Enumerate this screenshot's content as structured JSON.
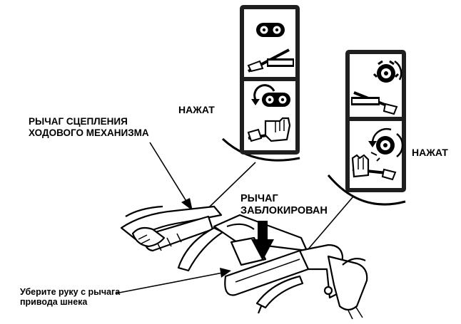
{
  "labels": {
    "travel_clutch_lever": [
      "РЫЧАГ СЦЕПЛЕНИЯ",
      "ХОДОВОГО МЕХАНИЗМА"
    ],
    "pressed_left": "НАЖАТ",
    "pressed_right": "НАЖАТ",
    "lever_locked": [
      "РЫЧАГ",
      "ЗАБЛОКИРОВАН"
    ],
    "remove_hand": [
      "Уберите руку с рычага",
      "привода шнека"
    ]
  },
  "colors": {
    "ink": "#000000",
    "panel_bg": "#1f1f1f",
    "paper": "#ffffff"
  },
  "icons": {
    "left_panel_top": "travel-drive-icon",
    "left_panel_bottom": "reverse-drive-icon",
    "right_panel_top": "auger-icon",
    "right_panel_bottom": "auger-rotating-icon"
  }
}
